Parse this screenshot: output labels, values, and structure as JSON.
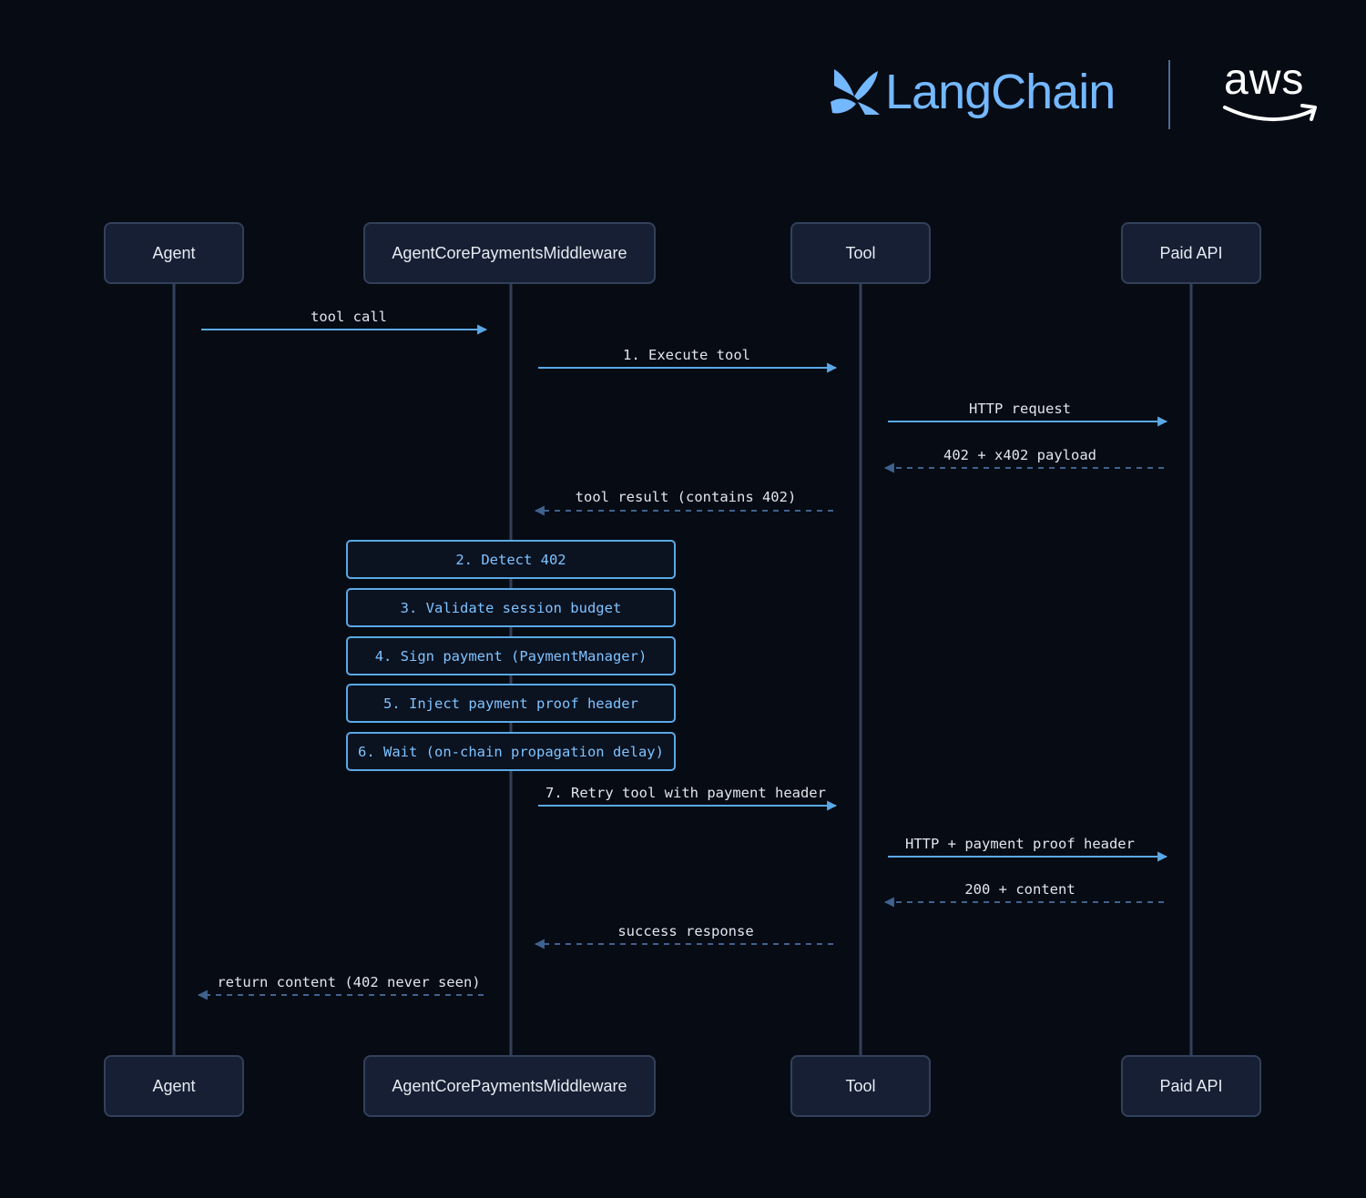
{
  "branding": {
    "langchain_logo": "LangChain",
    "langchain_icon": "langchain-parrot-icon",
    "aws_logo": "aws",
    "aws_icon": "aws-smile-arrow-icon",
    "accent_color": "#74b8ff"
  },
  "participants": [
    {
      "id": "agent",
      "label": "Agent"
    },
    {
      "id": "middleware",
      "label": "AgentCorePaymentsMiddleware"
    },
    {
      "id": "tool",
      "label": "Tool"
    },
    {
      "id": "paid_api",
      "label": "Paid API"
    }
  ],
  "messages": [
    {
      "from": "agent",
      "to": "middleware",
      "label": "tool call",
      "style": "solid"
    },
    {
      "from": "middleware",
      "to": "tool",
      "label": "1. Execute tool",
      "style": "solid"
    },
    {
      "from": "tool",
      "to": "paid_api",
      "label": "HTTP request",
      "style": "solid"
    },
    {
      "from": "paid_api",
      "to": "tool",
      "label": "402 + x402 payload",
      "style": "dashed"
    },
    {
      "from": "tool",
      "to": "middleware",
      "label": "tool result (contains 402)",
      "style": "dashed"
    },
    {
      "from": "middleware",
      "to": "tool",
      "label": "7. Retry tool with payment header",
      "style": "solid"
    },
    {
      "from": "tool",
      "to": "paid_api",
      "label": "HTTP + payment proof header",
      "style": "solid"
    },
    {
      "from": "paid_api",
      "to": "tool",
      "label": "200 + content",
      "style": "dashed"
    },
    {
      "from": "tool",
      "to": "middleware",
      "label": "success response",
      "style": "dashed"
    },
    {
      "from": "middleware",
      "to": "agent",
      "label": "return content (402 never seen)",
      "style": "dashed"
    }
  ],
  "middleware_steps": [
    "2. Detect 402",
    "3. Validate session budget",
    "4. Sign payment (PaymentManager)",
    "5. Inject payment proof header",
    "6. Wait (on-chain propagation delay)"
  ],
  "colors": {
    "background": "#070b14",
    "lifeline": "#33405a",
    "solid_arrow": "#5aa9e6",
    "dashed_arrow": "#3f628e",
    "step_border": "#5aa9e6",
    "step_text": "#7ec3ff"
  }
}
